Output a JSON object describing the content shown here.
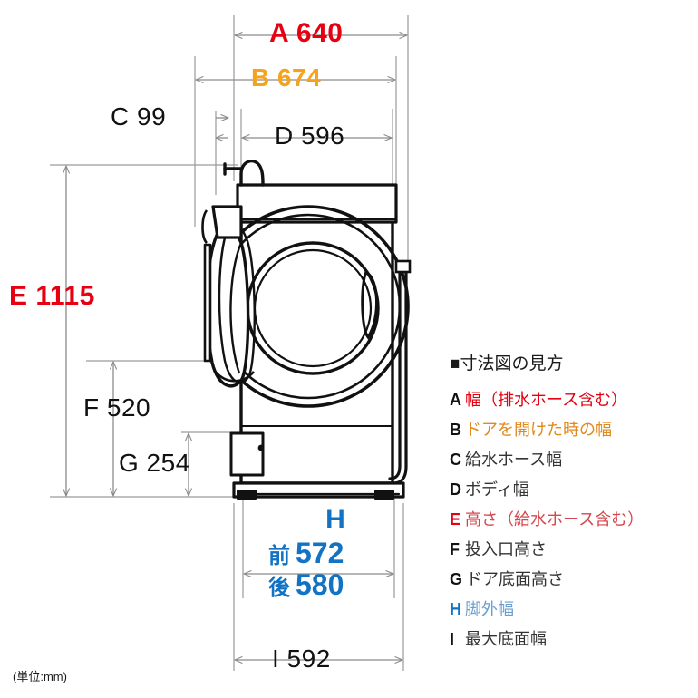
{
  "colors": {
    "red": "#e60012",
    "orange": "#f5a21c",
    "blue": "#1273c4",
    "black": "#111111",
    "dimline": "#8c8c8c",
    "outline": "#111111"
  },
  "unit_note": "(単位:mm)",
  "dimensions": {
    "a": {
      "key": "A",
      "value": "640",
      "label": "A 640",
      "color": "red"
    },
    "b": {
      "key": "B",
      "value": "674",
      "label": "B 674",
      "color": "orange"
    },
    "c": {
      "key": "C",
      "value": "99",
      "label": "C 99",
      "color": "black"
    },
    "d": {
      "key": "D",
      "value": "596",
      "label": "D 596",
      "color": "black"
    },
    "e": {
      "key": "E",
      "value": "1115",
      "label": "E 1115",
      "color": "red"
    },
    "f": {
      "key": "F",
      "value": "520",
      "label": "F 520",
      "color": "black"
    },
    "g": {
      "key": "G",
      "value": "254",
      "label": "G 254",
      "color": "black"
    },
    "h": {
      "key": "H",
      "color": "blue",
      "front_label": "前",
      "front_value": "572",
      "rear_label": "後",
      "rear_value": "580"
    },
    "i": {
      "key": "I",
      "value": "592",
      "label": "I 592",
      "color": "black"
    }
  },
  "legend": {
    "title": "■寸法図の見方",
    "items": [
      {
        "key": "A",
        "desc": "幅（排水ホース含む）",
        "color": "red"
      },
      {
        "key": "B",
        "desc": "ドアを開けた時の幅",
        "color": "orange"
      },
      {
        "key": "C",
        "desc": "給水ホース幅",
        "color": "black"
      },
      {
        "key": "D",
        "desc": "ボディ幅",
        "color": "black"
      },
      {
        "key": "E",
        "desc": "高さ（給水ホース含む）",
        "color": "red"
      },
      {
        "key": "F",
        "desc": "投入口高さ",
        "color": "black"
      },
      {
        "key": "G",
        "desc": "ドア底面高さ",
        "color": "black"
      },
      {
        "key": "H",
        "desc": "脚外幅",
        "color": "blue"
      },
      {
        "key": "I",
        "desc": "最大底面幅",
        "color": "black"
      }
    ]
  },
  "drawing": {
    "subject": "front-loading washing machine side-opening door elevation",
    "parts": [
      "body-outline",
      "control-panel",
      "drum-door-open",
      "door-window-rings",
      "water-supply-hose",
      "drain-hose",
      "base-plinth",
      "adjustable-feet"
    ]
  }
}
